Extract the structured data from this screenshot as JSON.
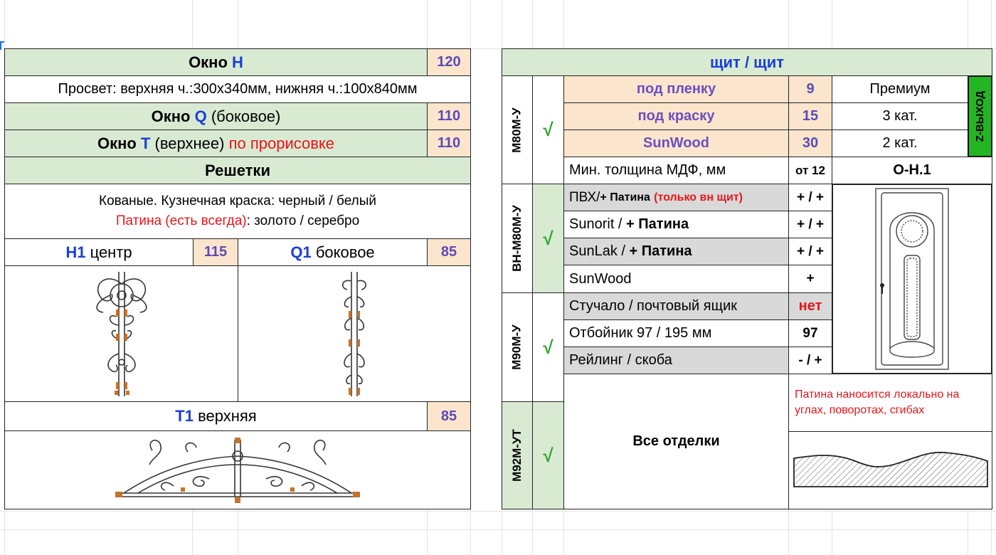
{
  "left": {
    "okno_h": {
      "prefix": "Окно",
      "letter": "H",
      "price": "120"
    },
    "prosvet": "Просвет: верхняя ч.:300х340мм, нижняя ч.:100х840мм",
    "okno_q": {
      "prefix": "Окно",
      "letter": "Q",
      "suffix": "(боковое)",
      "price": "110"
    },
    "okno_t": {
      "prefix": "Окно",
      "letter": "T",
      "suffix": "(верхнее)",
      "note": "по прорисовке",
      "price": "110"
    },
    "reshetki_title": "Решетки",
    "reshetki_desc1": "Кованые. Кузнечная краска: черный / белый",
    "reshetki_desc2_red": "Патина (есть всегда)",
    "reshetki_desc2_rest": ": золото / серебро",
    "h1": {
      "code": "H1",
      "name": "центр",
      "price": "115"
    },
    "q1": {
      "code": "Q1",
      "name": "боковое",
      "price": "85"
    },
    "t1": {
      "code": "T1",
      "name": "верхняя",
      "price": "85"
    }
  },
  "right": {
    "title": "щит / щит",
    "models": [
      "М80М-У",
      "ВН-М80М-У",
      "М90М-У",
      "М92М-УТ"
    ],
    "check": "√",
    "finishes": [
      {
        "label": "под пленку",
        "num": "9",
        "class": "Премиум"
      },
      {
        "label": "под краску",
        "num": "15",
        "class": "3 кат."
      },
      {
        "label": "SunWood",
        "num": "30",
        "class": "2 кат."
      }
    ],
    "z_exit": "Z-ВЫХОД",
    "mdf_label": "Мин. толщина МДФ, мм",
    "mdf_value": "от 12",
    "door_name": "О-Н.1",
    "options": [
      {
        "label": "ПВХ/",
        "label_bold": "+ Патина",
        "label_red": "(только вн щит)",
        "value": "+ / +"
      },
      {
        "label": "Sunorit / ",
        "label_bold": "+ Патина",
        "value": "+ / +"
      },
      {
        "label": "SunLak / ",
        "label_bold": "+ Патина",
        "value": "+ / +"
      },
      {
        "label": "SunWood",
        "value": "+"
      },
      {
        "label": "Стучало / почтовый ящик",
        "value": "нет"
      },
      {
        "label": "Отбойник 97 / 195 мм",
        "value": "97"
      },
      {
        "label": "Рейлинг / скоба",
        "value": "- / +"
      }
    ],
    "all_finishes": "Все отделки",
    "patina_note": "Патина наносится локально на углах, поворотах, сгибах"
  },
  "colors": {
    "green": "#d9ead3",
    "peach": "#fce5cd",
    "gray": "#d9d9d9",
    "blue": "#1a3fd6",
    "red": "#e8161b",
    "purple": "#6a4fc2",
    "check_green": "#2ea62e",
    "z_green": "#23b523"
  }
}
